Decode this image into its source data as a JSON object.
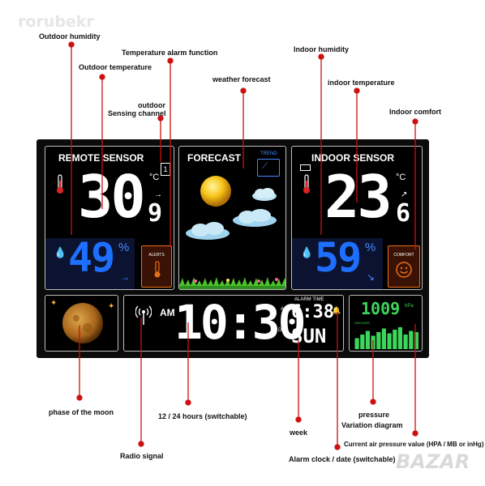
{
  "watermarks": {
    "top": "rorubekr",
    "bottom": "BAZAR"
  },
  "labels": {
    "outdoor_humidity": "Outdoor humidity",
    "temp_alarm": "Temperature alarm function",
    "outdoor_temperature": "Outdoor temperature",
    "indoor_humidity": "Indoor humidity",
    "weather_forecast": "weather forecast",
    "indoor_temperature": "indoor temperature",
    "outdoor": "outdoor",
    "sensing_channel": "Sensing channel",
    "indoor_comfort": "Indoor comfort",
    "moon_phase": "phase of the moon",
    "hours": "12 / 24 hours (switchable)",
    "week": "week",
    "pressure": "pressure",
    "variation_diagram": "Variation diagram",
    "current_pressure": "Current air pressure value (HPA / MB or inHg)",
    "radio_signal": "Radio signal",
    "alarm_clock": "Alarm clock / date (switchable)"
  },
  "display": {
    "remote": {
      "title": "REMOTE SENSOR",
      "temp_int": "30",
      "temp_dec": "9",
      "unit": "°C",
      "humidity": "49",
      "pct": "%",
      "alerts": "ALERTS",
      "channel": "1"
    },
    "forecast": {
      "title": "FORECAST",
      "trend": "TREND"
    },
    "indoor": {
      "title": "INDOOR SENSOR",
      "temp_int": "23",
      "temp_dec": "6",
      "unit": "°C",
      "humidity": "59",
      "pct": "%",
      "comfort": "COMFORT"
    },
    "clock": {
      "am": "AM",
      "time": "10:30",
      "alarm_label": "ALARM TIME",
      "alarm_am": "AM",
      "alarm_time": "6:38",
      "day_label": "DAY",
      "day": "SUN"
    },
    "pressure": {
      "value": "1009",
      "unit": "hPa",
      "history_label": "24HOURS"
    }
  },
  "pressure_history": [
    0.45,
    0.6,
    0.75,
    0.55,
    0.7,
    0.85,
    0.65,
    0.8,
    0.9,
    0.6,
    0.75,
    0.7
  ],
  "colors": {
    "leader": "#cc1111",
    "digit_white": "#ffffff",
    "digit_blue": "#1e6fff",
    "digit_green": "#3bd65a",
    "alert_orange": "#e8701a"
  }
}
